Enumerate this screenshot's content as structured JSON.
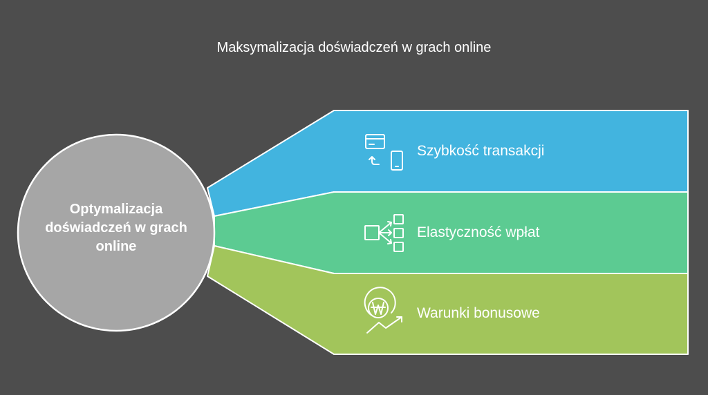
{
  "title": "Maksymalizacja doświadczeń w grach online",
  "hub": {
    "label": "Optymalizacja doświadczeń w grach online",
    "color": "#a6a6a6"
  },
  "branches": [
    {
      "label": "Szybkość transakcji",
      "icon": "card-phone-transfer-icon",
      "color": "#42b4df"
    },
    {
      "label": "Elastyczność wpłat",
      "icon": "branching-options-icon",
      "color": "#5ccb92"
    },
    {
      "label": "Warunki bonusowe",
      "icon": "won-coin-growth-icon",
      "color": "#a2c55b"
    }
  ]
}
